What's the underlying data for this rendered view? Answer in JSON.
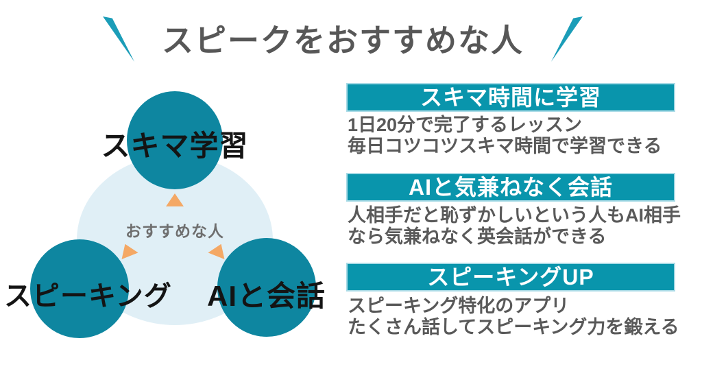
{
  "title": {
    "text": "スピークをおすすめな人"
  },
  "diagram": {
    "center_label": "おすすめな人",
    "nodes": {
      "top": {
        "label": "スキマ学習"
      },
      "left": {
        "label": "スピーキング"
      },
      "right": {
        "label": "AIと会話"
      }
    }
  },
  "sections": [
    {
      "heading": "スキマ時間に学習",
      "line1": "1日20分で完了するレッスン",
      "line2": "毎日コツコツスキマ時間で学習できる"
    },
    {
      "heading": "AIと気兼ねなく会話",
      "line1": "人相手だと恥ずかしいという人もAI相手",
      "line2": "なら気兼ねなく英会話ができる"
    },
    {
      "heading": "スピーキングUP",
      "line1": "スピーキング特化のアプリ",
      "line2": "たくさん話してスピーキング力を鍛える"
    }
  ],
  "colors": {
    "teal_circle": "#0e86a0",
    "teal_bar": "#0995ac",
    "bar_edge": "#a9dbe6",
    "mark_teal": "#1b9db8",
    "pale_circle": "#e0eff6",
    "orange": "#f4a865",
    "title_gray": "#575757",
    "body_gray": "#595959",
    "center_gray": "#6e6e6e",
    "label_black": "#141414"
  }
}
